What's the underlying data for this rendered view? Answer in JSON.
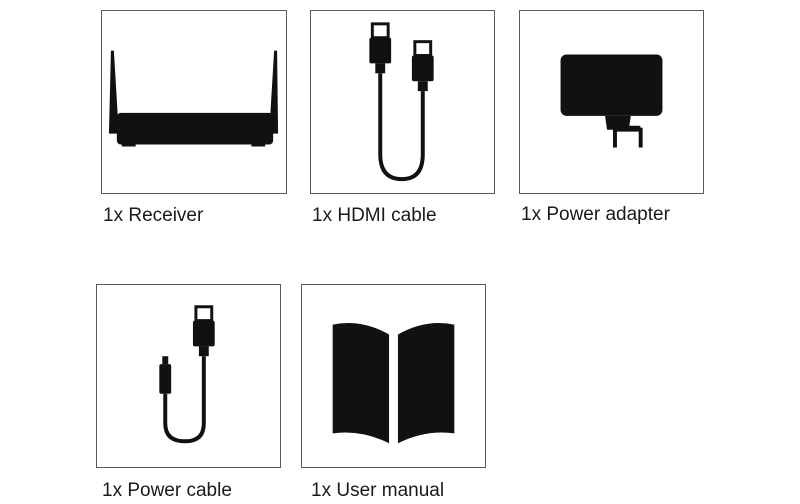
{
  "items": [
    {
      "label": "1x Receiver",
      "icon": "receiver-icon"
    },
    {
      "label": "1x HDMI cable",
      "icon": "hdmi-cable-icon"
    },
    {
      "label": "1x Power adapter",
      "icon": "power-adapter-icon"
    },
    {
      "label": "1x Power cable",
      "icon": "power-cable-icon"
    },
    {
      "label": "1x User manual",
      "icon": "user-manual-icon"
    }
  ],
  "colors": {
    "icon": "#111111",
    "border": "#5a5a5a",
    "text": "#1a1a1a",
    "background": "#ffffff"
  }
}
